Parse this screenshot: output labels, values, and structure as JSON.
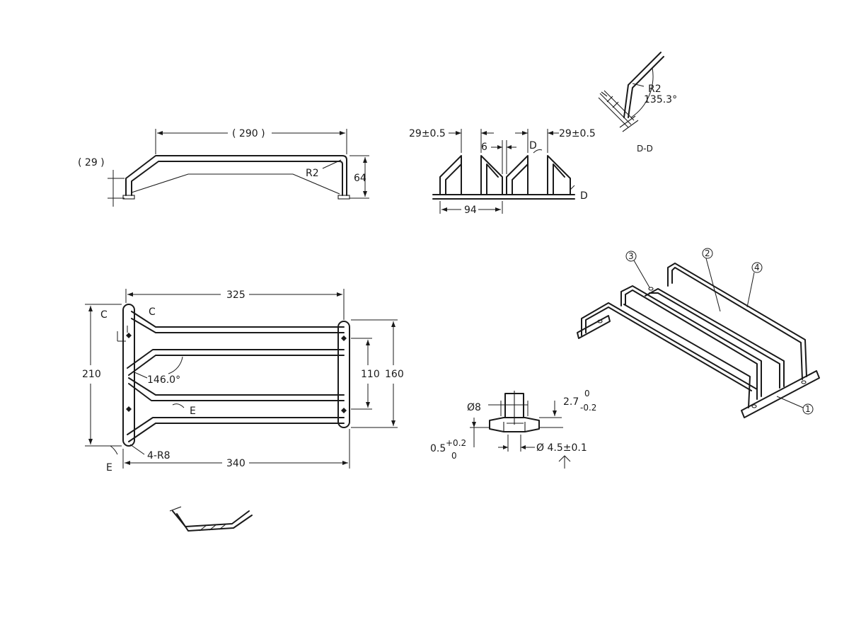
{
  "side_view": {
    "length": "( 290 )",
    "height_ref": "( 29 )",
    "radius": "R2",
    "height": "64"
  },
  "front_view": {
    "pitch_left": "29±0.5",
    "pitch_right": "29±0.5",
    "gap": "6",
    "section_marker_top": "D",
    "section_marker_side": "D",
    "span": "94"
  },
  "section_dd": {
    "radius": "R2",
    "angle": "135.3°",
    "title": "D-D"
  },
  "top_view": {
    "width_inner": "325",
    "width_outer": "340",
    "height_outer": "210",
    "height_mid": "110",
    "height_frame": "160",
    "angle": "146.0°",
    "corner_radius": "4-R8",
    "section_c_left": "C",
    "section_c_top": "C",
    "section_e_inner": "E",
    "section_e_outer": "E"
  },
  "hole_detail": {
    "head_dia": "Ø8",
    "depth": "2.7",
    "depth_tol_upper": "0",
    "depth_tol_lower": "-0.2",
    "offset": "0.5",
    "offset_tol_upper": "+0.2",
    "offset_tol_lower": "0",
    "hole_dia": "Ø 4.5±0.1"
  },
  "balloons": [
    "1",
    "2",
    "3",
    "4"
  ]
}
